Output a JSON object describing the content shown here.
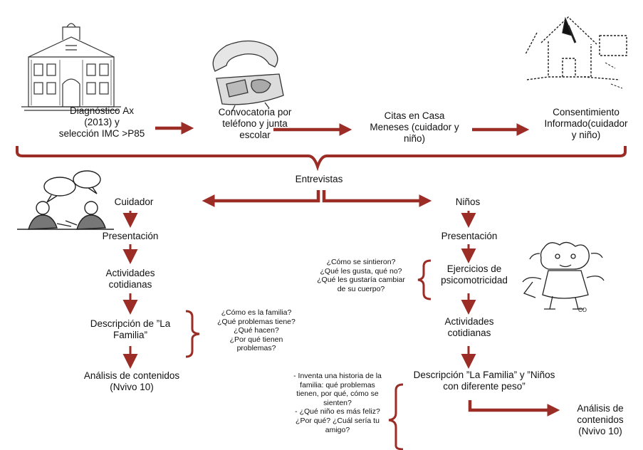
{
  "top_row": {
    "diagnostico": "Diagnóstico Ax\n(2013) y\nselección IMC >P85",
    "convocatoria": "Convocatoria por\nteléfono y junta\nescolar",
    "citas": "Citas en Casa\nMeneses (cuidador y\nniño)",
    "consentimiento": "Consentimiento\nInformado(cuidador\ny niño)"
  },
  "entrevistas": "Entrevistas",
  "cuidador": {
    "title": "Cuidador",
    "presentacion": "Presentación",
    "actividades": "Actividades\ncotidianas",
    "descripcion": "Descripción de ”La\nFamilia”",
    "analisis": "Análisis de contenidos\n(Nvivo 10)",
    "questions": "¿Cómo es la familia?\n¿Qué problemas tiene?\n¿Qué hacen?\n¿Por qué tienen\nproblemas?"
  },
  "ninos": {
    "title": "Niños",
    "presentacion": "Presentación",
    "ejercicios": "Ejercicios de\npsicomotricidad",
    "actividades": "Actividades\ncotidianas",
    "descripcion": "Descripción ”La Familia” y ”Niños\ncon diferente peso”",
    "analisis": "Análisis de\ncontenidos\n(Nvivo 10)",
    "questions_ejercicios": "¿Cómo se sintieron?\n¿Qué les gusta, qué no?\n¿Qué les gustaría cambiar\nde su cuerpo?",
    "questions_descripcion": "- Inventa una historia de la\nfamilia: qué problemas\ntienen, por qué, cómo se\nsienten?\n- ¿Qué niño es más feliz?\n¿Por qué? ¿Cuál sería tu\namigo?"
  },
  "colors": {
    "arrow": "#9b2d26",
    "text": "#111111"
  },
  "icons": [
    "building-icon",
    "telephone-icon",
    "house-sketch-icon",
    "dialog-people-icon",
    "child-drawing-icon"
  ]
}
